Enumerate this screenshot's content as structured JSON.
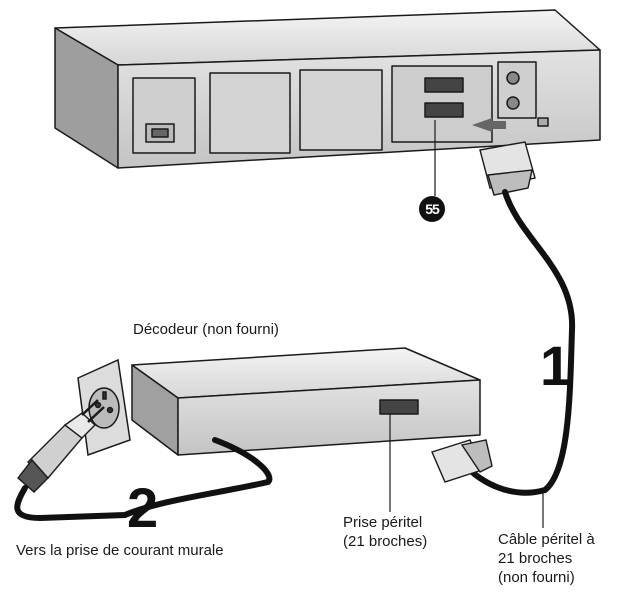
{
  "labels": {
    "decoder": "Décodeur (non fourni)",
    "scart_socket_line1": "Prise péritel",
    "scart_socket_line2": "(21 broches)",
    "wall_outlet": "Vers la prise de courant murale",
    "cable_line1": "Câble péritel à",
    "cable_line2": "21 broches",
    "cable_line3": "(non fourni)"
  },
  "steps": {
    "step1": "1",
    "step2": "2"
  },
  "callout_number": "55",
  "colors": {
    "line": "#1a1a1a",
    "device_face": "#d9d9d9",
    "device_top": "#ececec",
    "device_side": "#a8a8a8",
    "cable": "#111111"
  }
}
